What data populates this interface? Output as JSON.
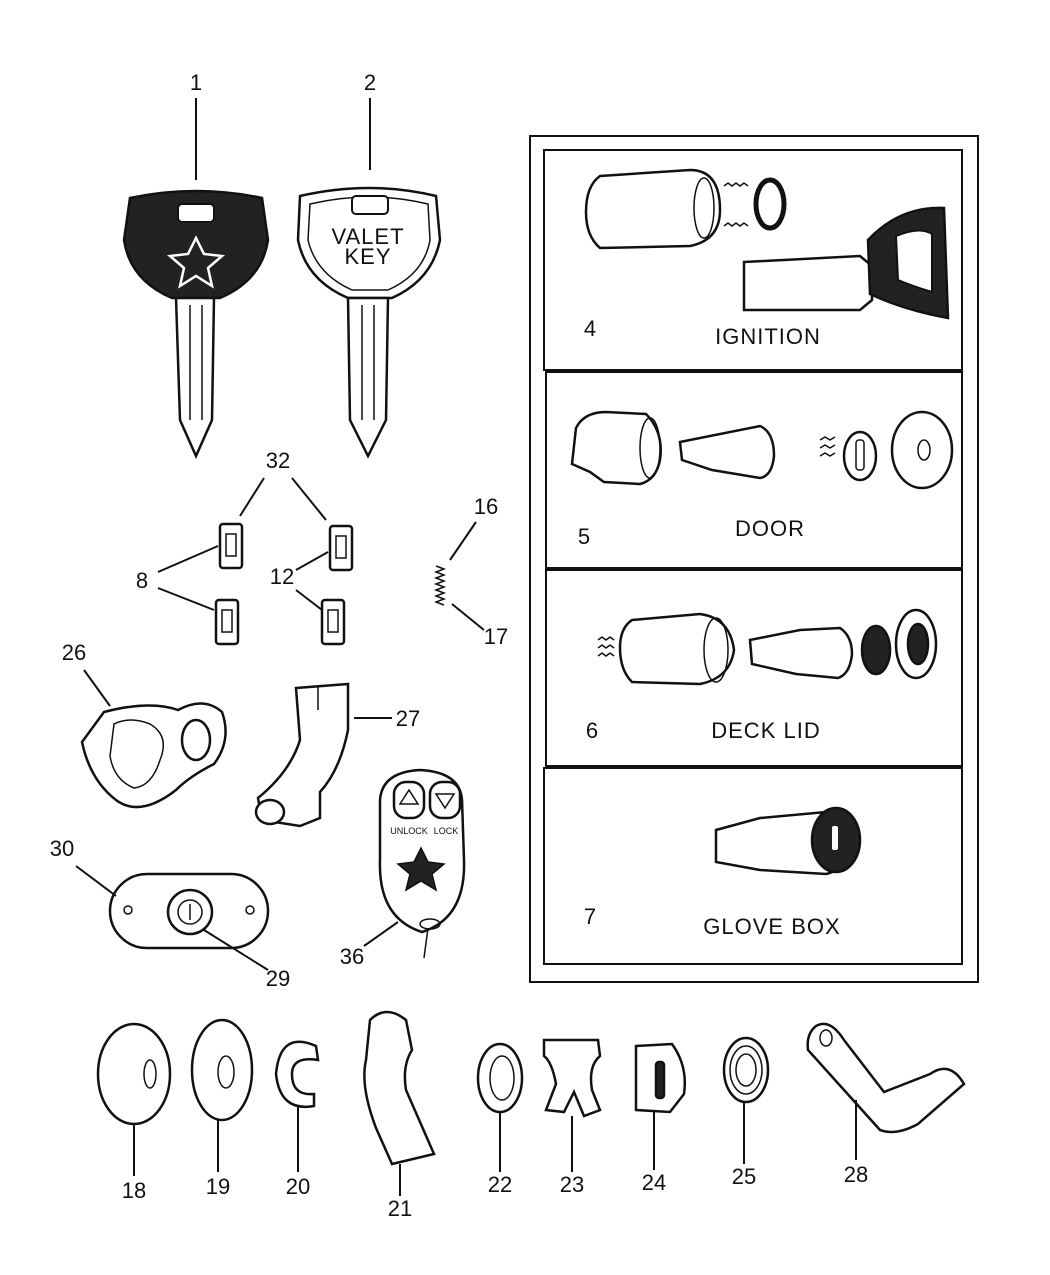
{
  "callouts": {
    "n1": "1",
    "n2": "2",
    "n4": "4",
    "n5": "5",
    "n6": "6",
    "n7": "7",
    "n8": "8",
    "n12": "12",
    "n16": "16",
    "n17": "17",
    "n18": "18",
    "n19": "19",
    "n20": "20",
    "n21": "21",
    "n22": "22",
    "n23": "23",
    "n24": "24",
    "n25": "25",
    "n26": "26",
    "n27": "27",
    "n28": "28",
    "n29": "29",
    "n30": "30",
    "n32": "32",
    "n36": "36"
  },
  "panels": {
    "ignition": "IGNITION",
    "door": "DOOR",
    "deck_lid": "DECK LID",
    "glove_box": "GLOVE BOX"
  },
  "key_text": {
    "valet_line1": "VALET",
    "valet_line2": "KEY"
  },
  "remote": {
    "unlock": "UNLOCK",
    "lock": "LOCK"
  }
}
